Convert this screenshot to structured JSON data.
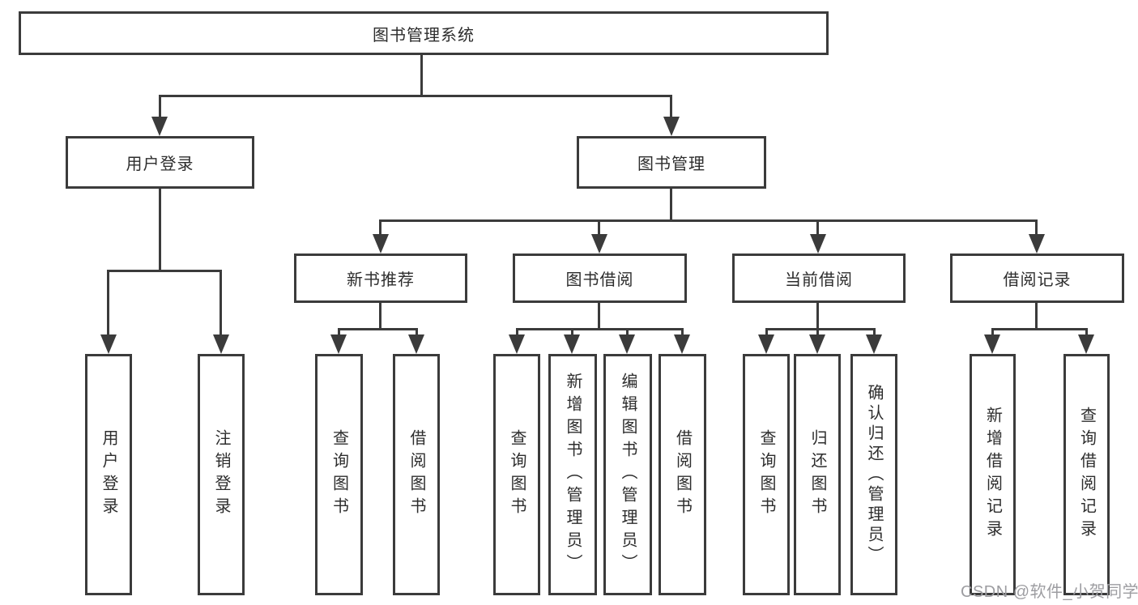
{
  "nodes": {
    "root": {
      "label": "图书管理系统"
    },
    "level2": [
      {
        "label": "用户登录"
      },
      {
        "label": "图书管理"
      }
    ],
    "level3": [
      {
        "label": "新书推荐"
      },
      {
        "label": "图书借阅"
      },
      {
        "label": "当前借阅"
      },
      {
        "label": "借阅记录"
      }
    ],
    "leaves": [
      "用户登录",
      "注销登录",
      "查询图书",
      "借阅图书",
      "查询图书",
      "新增图书（管理员）",
      "编辑图书（管理员）",
      "借阅图书",
      "查询图书",
      "归还图书",
      "确认归还（管理员）",
      "新增借阅记录",
      "查询借阅记录"
    ]
  },
  "watermark": "CSDN @软件_小贺同学",
  "colors": {
    "line": "#3b3b3b",
    "box_border": "#3b3b3b",
    "text": "#2d2d2d",
    "watermark": "#9d9da1",
    "background": "#ffffff"
  }
}
